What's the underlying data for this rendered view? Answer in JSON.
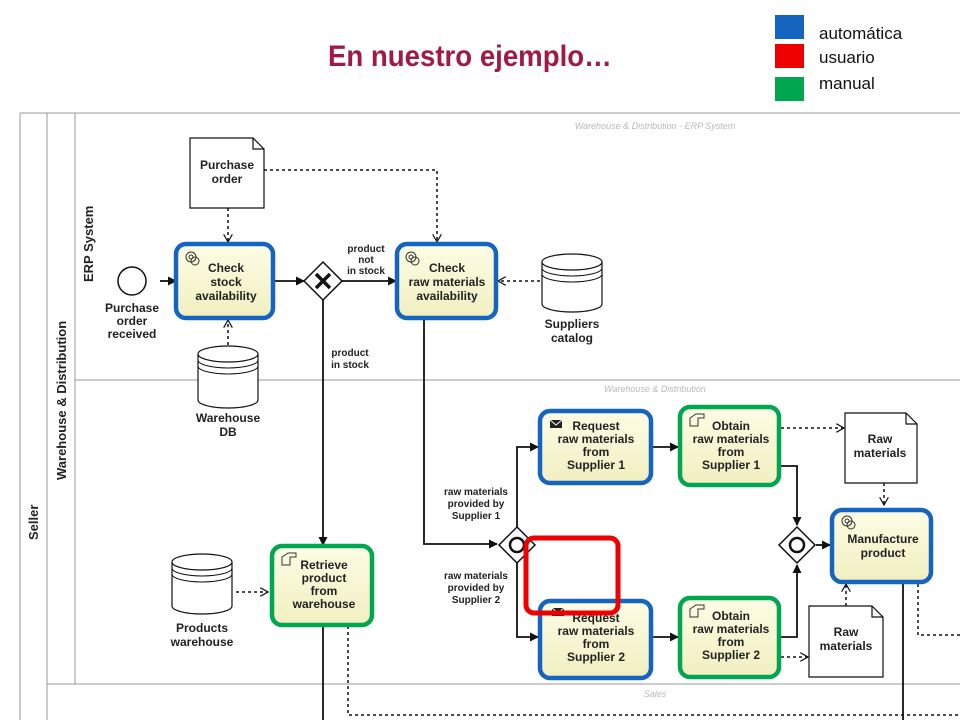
{
  "title": "En nuestro ejemplo…",
  "legend": [
    {
      "label": "automática",
      "color": "#1565c0"
    },
    {
      "label": "usuario",
      "color": "#ee0000"
    },
    {
      "label": "manual",
      "color": "#00a650"
    }
  ],
  "pools": {
    "seller": "Seller",
    "warehouse_distribution": "Warehouse & Distribution",
    "erp_system": "ERP System"
  },
  "lane_titles": {
    "erp": "Warehouse & Distribution -  ERP System",
    "wd": "Warehouse & Distribution",
    "sales": "Sales"
  },
  "tasks": {
    "check_stock": [
      "Check",
      "stock",
      "availability"
    ],
    "check_raw": [
      "Check",
      "raw materials",
      "availability"
    ],
    "request_s1": [
      "Request",
      "raw materials",
      "from",
      "Supplier 1"
    ],
    "obtain_s1": [
      "Obtain",
      "raw materials",
      "from",
      "Supplier 1"
    ],
    "request_s2": [
      "Request",
      "raw materials",
      "from",
      "Supplier 2"
    ],
    "obtain_s2": [
      "Obtain",
      "raw materials",
      "from",
      "Supplier 2"
    ],
    "retrieve": [
      "Retrieve",
      "product",
      "from",
      "warehouse"
    ],
    "manufacture": [
      "Manufacture",
      "product"
    ]
  },
  "documents": {
    "purchase_order": [
      "Purchase",
      "order"
    ],
    "raw_top": [
      "Raw",
      "materials"
    ],
    "raw_bottom": [
      "Raw",
      "materials"
    ]
  },
  "data_stores": {
    "warehouse_db": [
      "Warehouse",
      "DB"
    ],
    "suppliers_catalog": [
      "Suppliers",
      "catalog"
    ],
    "products_warehouse": [
      "Products",
      "warehouse"
    ]
  },
  "events": {
    "start": [
      "Purchase",
      "order",
      "received"
    ]
  },
  "flow_labels": {
    "not_in_stock": [
      "product",
      "not",
      "in stock"
    ],
    "in_stock": [
      "product",
      "in stock"
    ],
    "by_s1": [
      "raw materials",
      "provided by",
      "Supplier 1"
    ],
    "by_s2": [
      "raw materials",
      "provided by",
      "Supplier 2"
    ]
  }
}
